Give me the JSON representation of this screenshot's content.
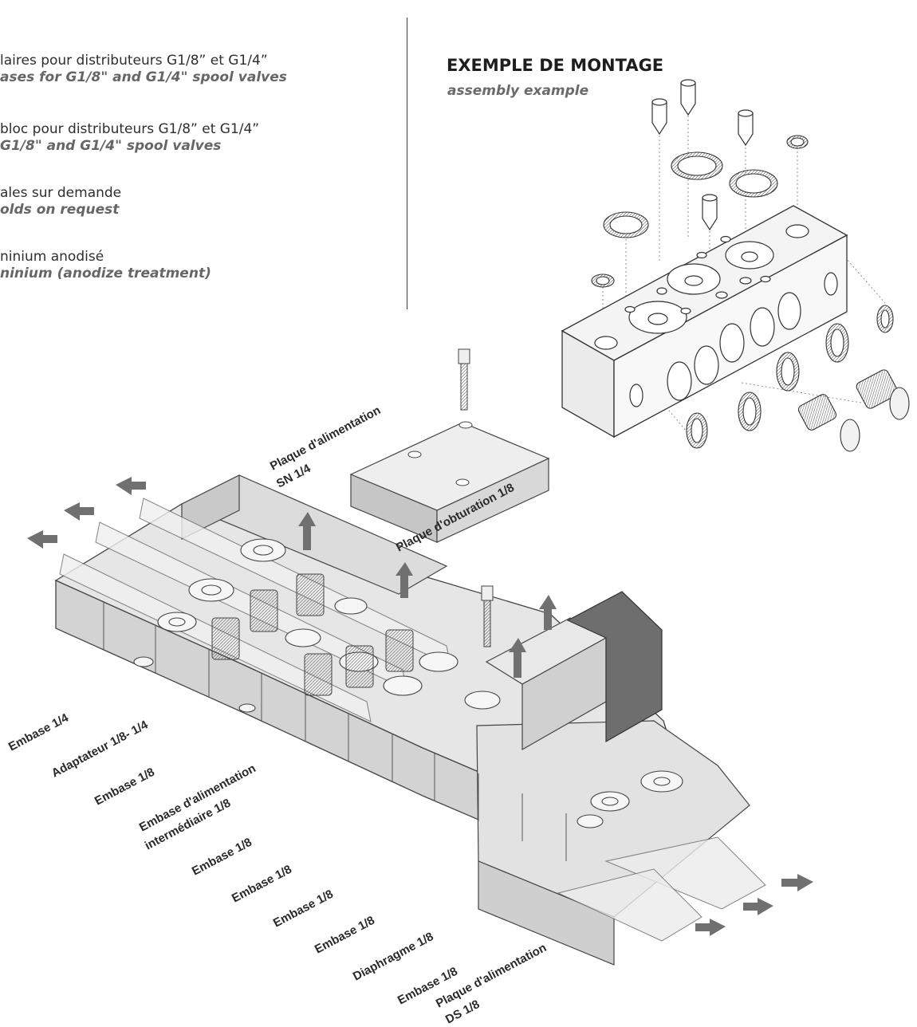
{
  "features": [
    {
      "fr": "laires pour distributeurs G1/8” et G1/4”",
      "en": "ases for G1/8\" and G1/4\" spool valves"
    },
    {
      "fr": "bloc pour distributeurs G1/8” et G1/4”",
      "en": "G1/8\" and G1/4\" spool valves"
    },
    {
      "fr": "ales sur demande",
      "en": "olds on request"
    },
    {
      "fr": "ninium anodisé",
      "en": "ninium (anodize treatment)"
    }
  ],
  "assembly": {
    "title": "EXEMPLE DE MONTAGE",
    "subtitle": "assembly example"
  },
  "labels": {
    "plaque_sn": [
      "Plaque d'alimentation",
      "SN 1/4"
    ],
    "plaque_obturation": "Plaque d'obturation 1/8",
    "embase_14": "Embase 1/4",
    "adaptateur": "Adaptateur 1/8- 1/4",
    "embase_18_a": "Embase 1/8",
    "embase_alim": [
      "Embase d'alimentation",
      "intermédiaire 1/8"
    ],
    "embase_18_b": "Embase 1/8",
    "embase_18_c": "Embase 1/8",
    "embase_18_d": "Embase 1/8",
    "embase_18_e": "Embase 1/8",
    "diaphragme": "Diaphragme 1/8",
    "embase_18_f": "Embase 1/8",
    "plaque_ds": [
      "Plaque d'alimentation",
      "DS 1/8"
    ]
  },
  "colors": {
    "face_top": "#e4e4e4",
    "face_front": "#cccccc",
    "face_side": "#b5b5b5",
    "arrow": "#707070",
    "solenoid": "#6e6e6e"
  }
}
